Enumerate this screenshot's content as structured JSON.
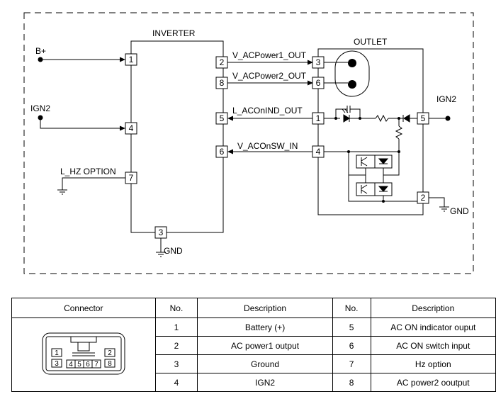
{
  "inverter": {
    "title": "INVERTER",
    "pins": {
      "p1": "1",
      "p2": "2",
      "p3": "3",
      "p4": "4",
      "p5": "5",
      "p6": "6",
      "p7": "7",
      "p8": "8"
    }
  },
  "outlet": {
    "title": "OUTLET",
    "pins": {
      "p1": "1",
      "p2": "2",
      "p3": "3",
      "p4": "4",
      "p5": "5",
      "p6": "6"
    }
  },
  "signals": {
    "b_plus": "B+",
    "ign2_left": "IGN2",
    "ign2_right": "IGN2",
    "l_hz_option": "L_HZ OPTION",
    "gnd_inverter": "GND",
    "gnd_outlet": "GND",
    "v_acpower1_out": "V_ACPower1_OUT",
    "v_acpower2_out": "V_ACPower2_OUT",
    "l_aconind_out": "L_ACOnIND_OUT",
    "v_aconsw_in": "V_ACOnSW_IN"
  },
  "connector_view": {
    "pins": {
      "p1": "1",
      "p2": "2",
      "p3": "3",
      "p4": "4",
      "p5": "5",
      "p6": "6",
      "p7": "7",
      "p8": "8"
    }
  },
  "table": {
    "headers": {
      "connector": "Connector",
      "no1": "No.",
      "desc1": "Description",
      "no2": "No.",
      "desc2": "Description"
    },
    "rows": [
      {
        "no1": "1",
        "desc1": "Battery (+)",
        "no2": "5",
        "desc2": "AC ON indicator ouput"
      },
      {
        "no1": "2",
        "desc1": "AC power1 output",
        "no2": "6",
        "desc2": "AC ON switch input"
      },
      {
        "no1": "3",
        "desc1": "Ground",
        "no2": "7",
        "desc2": "Hz option"
      },
      {
        "no1": "4",
        "desc1": "IGN2",
        "no2": "8",
        "desc2": "AC power2 ooutput"
      }
    ]
  }
}
